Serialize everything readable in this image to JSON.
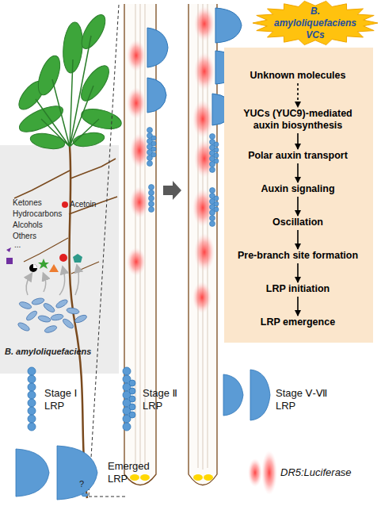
{
  "diagram": {
    "nodes": [
      {
        "text": [
          "B. amyloliquefaciens VCs"
        ]
      },
      {
        "text": [
          "Unknown molecules"
        ]
      },
      {
        "text": [
          "YUCs (YUC9)-mediated auxin biosynthesis"
        ]
      },
      {
        "text": [
          "Polar auxin transport"
        ]
      },
      {
        "text": [
          "Auxin signaling"
        ]
      },
      {
        "text": [
          "Oscillation"
        ]
      },
      {
        "text": [
          "Pre-branch site formation"
        ]
      },
      {
        "text": [
          "LRP initiation"
        ]
      },
      {
        "text": [
          "LRP emergence"
        ]
      }
    ],
    "edges": [
      {
        "from": 1,
        "to": 2,
        "arrow": "to"
      },
      {
        "from": 2,
        "to": 3,
        "arrow": "to"
      },
      {
        "from": 3,
        "to": 4,
        "arrow": "to"
      },
      {
        "from": 4,
        "to": 5,
        "arrow": "to"
      },
      {
        "from": 5,
        "to": 6,
        "arrow": "to"
      },
      {
        "from": 6,
        "to": 7,
        "arrow": "to"
      },
      {
        "from": 7,
        "to": 8,
        "arrow": "to"
      }
    ],
    "labels": [
      "Ketones",
      "Hydrocarbons",
      "Alcohols",
      "Others",
      "...",
      "Acetoin",
      "B. amyloliquefaciens",
      "?"
    ],
    "legend": [
      {
        "text": "Stage Ⅰ LRP"
      },
      {
        "text": "Stage Ⅱ LRP"
      },
      {
        "text": "Stage Ⅴ-Ⅶ LRP"
      },
      {
        "text": "Emerged LRP"
      },
      {
        "text": "DR5:Luciferase"
      }
    ]
  }
}
